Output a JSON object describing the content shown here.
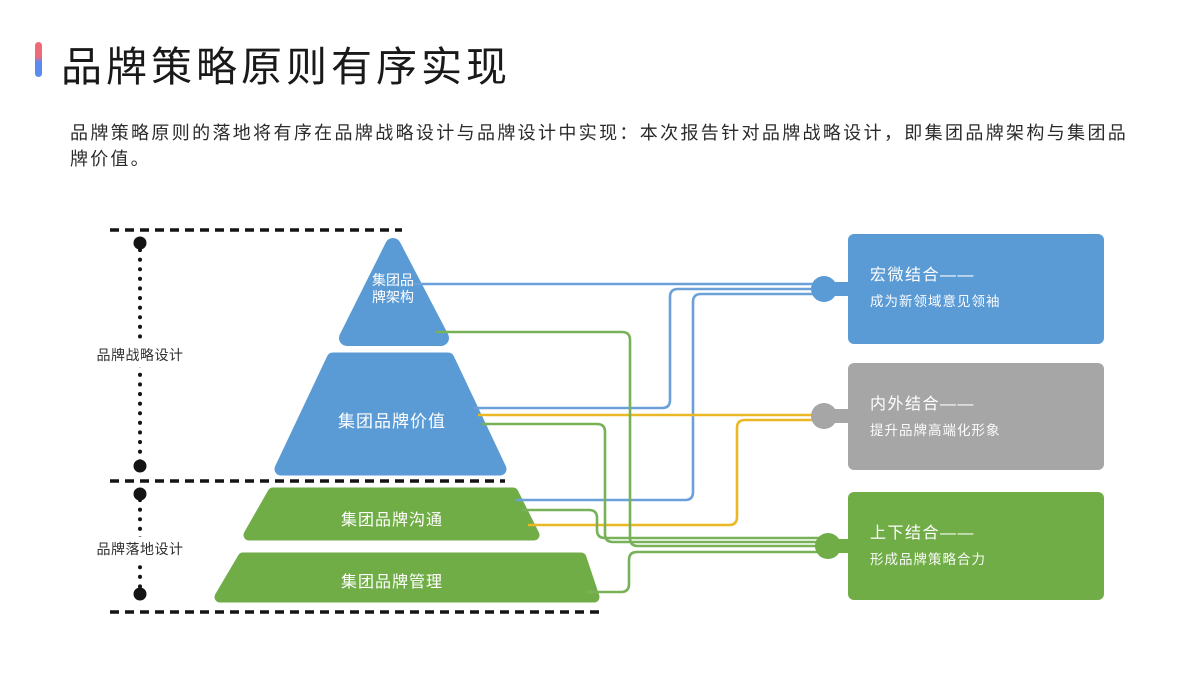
{
  "slide": {
    "title": "品牌策略原则有序实现",
    "intro": "品牌策略原则的落地将有序在品牌战略设计与品牌设计中实现：本次报告针对品牌战略设计，即集团品牌架构与集团品牌价值。"
  },
  "phase_brackets": [
    {
      "label": "品牌战略设计"
    },
    {
      "label": "品牌落地设计"
    }
  ],
  "pyramid_levels": [
    {
      "label": "集团品牌架构",
      "color": "#5B9BD5"
    },
    {
      "label": "集团品牌价值",
      "color": "#5B9BD5"
    },
    {
      "label": "集团品牌沟通",
      "color": "#70AD47"
    },
    {
      "label": "集团品牌管理",
      "color": "#70AD47"
    }
  ],
  "result_cards": [
    {
      "title": "宏微结合——",
      "subtitle": "成为新领域意见领袖",
      "color": "#5B9BD5"
    },
    {
      "title": "内外结合——",
      "subtitle": "提升品牌高端化形象",
      "color": "#A6A6A6"
    },
    {
      "title": "上下结合——",
      "subtitle": "形成品牌策略合力",
      "color": "#70AD47"
    }
  ],
  "colors": {
    "shape_blue": "#5B9BD5",
    "shape_green": "#70AD47",
    "card_gray": "#A6A6A6",
    "line_blue": "#6BA1D8",
    "line_green": "#79B158",
    "line_yellow": "#E9B824",
    "bracket_black": "#141414",
    "accent_bar_top": "#EF6A77",
    "accent_bar_bottom": "#5B8BEF"
  }
}
